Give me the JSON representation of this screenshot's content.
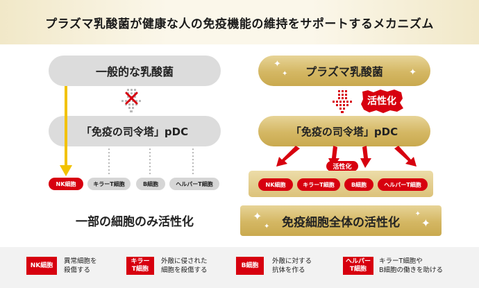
{
  "header": {
    "title": "プラズマ乳酸菌が健康な人の免疫機能の維持をサポートするメカニズム"
  },
  "left": {
    "top_label": "一般的な乳酸菌",
    "pdc_label": "「免疫の司令塔」pDC",
    "cells": [
      "NK細胞",
      "キラーT細胞",
      "B細胞",
      "ヘルパーT細胞"
    ],
    "caption": "一部の細胞のみ活性化"
  },
  "right": {
    "top_label": "プラズマ乳酸菌",
    "activate_label": "活性化",
    "pdc_label": "「免疫の司令塔」pDC",
    "small_activate_label": "活性化",
    "cells": [
      "NK細胞",
      "キラーT細胞",
      "B細胞",
      "ヘルパーT細胞"
    ],
    "caption": "免疫細胞全体の活性化"
  },
  "legend": [
    {
      "tag": "NK細胞",
      "desc": "異常細胞を\n殺傷する"
    },
    {
      "tag": "キラー\nT細胞",
      "desc": "外敵に侵された\n細胞を殺傷する"
    },
    {
      "tag": "B細胞",
      "desc": "外敵に対する\n抗体を作る"
    },
    {
      "tag": "ヘルパー\nT細胞",
      "desc": "キラーT細胞や\nB細胞の働きを助ける"
    }
  ],
  "colors": {
    "red": "#d7000f",
    "gold": "#d4b763",
    "gray": "#dcdcdc",
    "yellow_arrow": "#f2c200"
  }
}
